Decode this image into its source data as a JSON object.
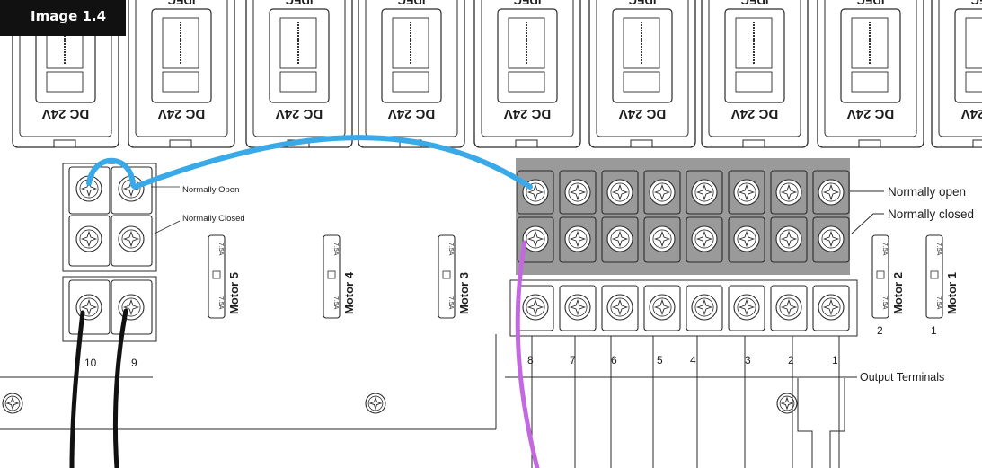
{
  "figure_label": "Image 1.4",
  "relay_text": "DC 24V",
  "relay_brand_partial": "IDEC",
  "left_block": {
    "normally_open": "Normally Open",
    "normally_closed": "Normally Closed",
    "terminals": [
      "10",
      "9"
    ]
  },
  "fuses": [
    {
      "motor": "Motor 5",
      "rating": "7.5A"
    },
    {
      "motor": "Motor 4",
      "rating": "7.5A"
    },
    {
      "motor": "Motor 3",
      "rating": "7.5A"
    },
    {
      "motor": "Motor 2",
      "rating": "7.5A",
      "number": "2"
    },
    {
      "motor": "Motor 1",
      "rating": "7.5A",
      "number": "1"
    }
  ],
  "right_block": {
    "normally_open": "Normally open",
    "normally_closed": "Normally closed",
    "output_terminals": "Output Terminals",
    "terminals": [
      "8",
      "7",
      "6",
      "5",
      "4",
      "3",
      "2",
      "1"
    ]
  },
  "colors": {
    "blue_wire": "#3aa9e8",
    "purple_wire": "#c468e0",
    "black_wire": "#111111",
    "badge_bg": "#111111",
    "highlight": "#9a9a9a"
  }
}
